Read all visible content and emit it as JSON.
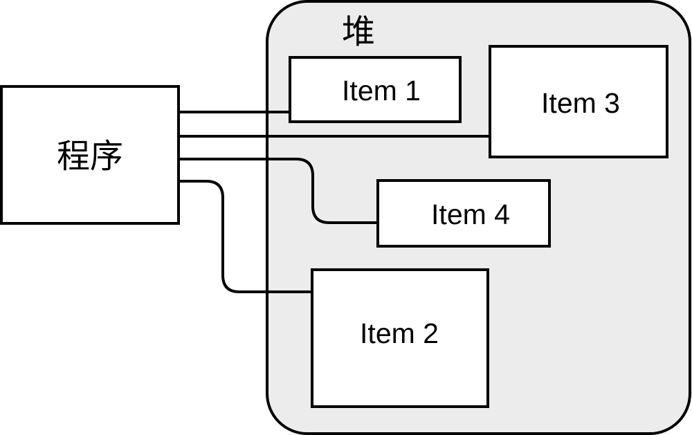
{
  "diagram": {
    "program": {
      "label": "程序"
    },
    "heap": {
      "label": "堆"
    },
    "items": [
      {
        "id": "item1",
        "label": "Item 1"
      },
      {
        "id": "item2",
        "label": "Item 2"
      },
      {
        "id": "item3",
        "label": "Item 3"
      },
      {
        "id": "item4",
        "label": "Item 4"
      }
    ],
    "connections": [
      {
        "from": "程序",
        "to": "Item 1"
      },
      {
        "from": "程序",
        "to": "Item 3"
      },
      {
        "from": "程序",
        "to": "Item 4"
      },
      {
        "from": "程序",
        "to": "Item 2"
      }
    ]
  }
}
